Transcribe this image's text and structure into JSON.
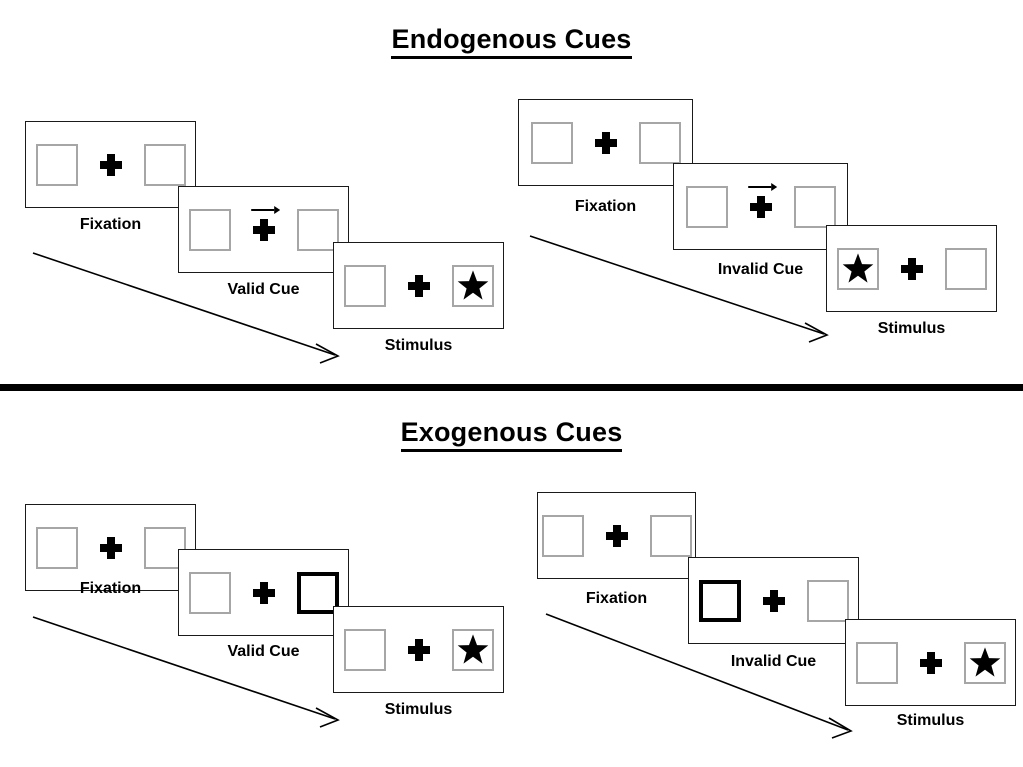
{
  "figure": {
    "title_top": "Endogenous Cues",
    "title_bottom": "Exogenous Cues",
    "colors": {
      "stroke": "#000000",
      "panel_border": "#1a1a1a",
      "box_border": "#a6a6a6",
      "cued_box_border": "#000000",
      "background": "#ffffff"
    }
  },
  "sections": [
    {
      "id": "endogenous",
      "title": "Endogenous Cues",
      "columns": [
        {
          "id": "endogenous-valid",
          "panels": [
            {
              "label": "Fixation",
              "cue_type": "none",
              "arrow": "none",
              "left_box": {
                "cued": false,
                "star": false
              },
              "right_box": {
                "cued": false,
                "star": false
              }
            },
            {
              "label": "Valid Cue",
              "cue_type": "central-arrow",
              "arrow": "right",
              "left_box": {
                "cued": false,
                "star": false
              },
              "right_box": {
                "cued": false,
                "star": false
              }
            },
            {
              "label": "Stimulus",
              "cue_type": "none",
              "arrow": "none",
              "left_box": {
                "cued": false,
                "star": false
              },
              "right_box": {
                "cued": false,
                "star": true
              }
            }
          ]
        },
        {
          "id": "endogenous-invalid",
          "panels": [
            {
              "label": "Fixation",
              "cue_type": "none",
              "arrow": "none",
              "left_box": {
                "cued": false,
                "star": false
              },
              "right_box": {
                "cued": false,
                "star": false
              }
            },
            {
              "label": "Invalid Cue",
              "cue_type": "central-arrow",
              "arrow": "right",
              "left_box": {
                "cued": false,
                "star": false
              },
              "right_box": {
                "cued": false,
                "star": false
              }
            },
            {
              "label": "Stimulus",
              "cue_type": "none",
              "arrow": "none",
              "left_box": {
                "cued": false,
                "star": true
              },
              "right_box": {
                "cued": false,
                "star": false
              }
            }
          ]
        }
      ]
    },
    {
      "id": "exogenous",
      "title": "Exogenous Cues",
      "columns": [
        {
          "id": "exogenous-valid",
          "panels": [
            {
              "label": "Fixation",
              "cue_type": "none",
              "arrow": "none",
              "left_box": {
                "cued": false,
                "star": false
              },
              "right_box": {
                "cued": false,
                "star": false
              }
            },
            {
              "label": "Valid Cue",
              "cue_type": "peripheral-box",
              "arrow": "none",
              "left_box": {
                "cued": false,
                "star": false
              },
              "right_box": {
                "cued": true,
                "star": false
              }
            },
            {
              "label": "Stimulus",
              "cue_type": "none",
              "arrow": "none",
              "left_box": {
                "cued": false,
                "star": false
              },
              "right_box": {
                "cued": false,
                "star": true
              }
            }
          ]
        },
        {
          "id": "exogenous-invalid",
          "panels": [
            {
              "label": "Fixation",
              "cue_type": "none",
              "arrow": "none",
              "left_box": {
                "cued": false,
                "star": false
              },
              "right_box": {
                "cued": false,
                "star": false
              }
            },
            {
              "label": "Invalid Cue",
              "cue_type": "peripheral-box",
              "arrow": "none",
              "left_box": {
                "cued": true,
                "star": false
              },
              "right_box": {
                "cued": false,
                "star": false
              }
            },
            {
              "label": "Stimulus",
              "cue_type": "none",
              "arrow": "none",
              "left_box": {
                "cued": false,
                "star": false
              },
              "right_box": {
                "cued": false,
                "star": true
              }
            }
          ]
        }
      ]
    }
  ],
  "labels": {
    "fixation": "Fixation",
    "valid_cue": "Valid Cue",
    "invalid_cue": "Invalid Cue",
    "stimulus": "Stimulus"
  }
}
